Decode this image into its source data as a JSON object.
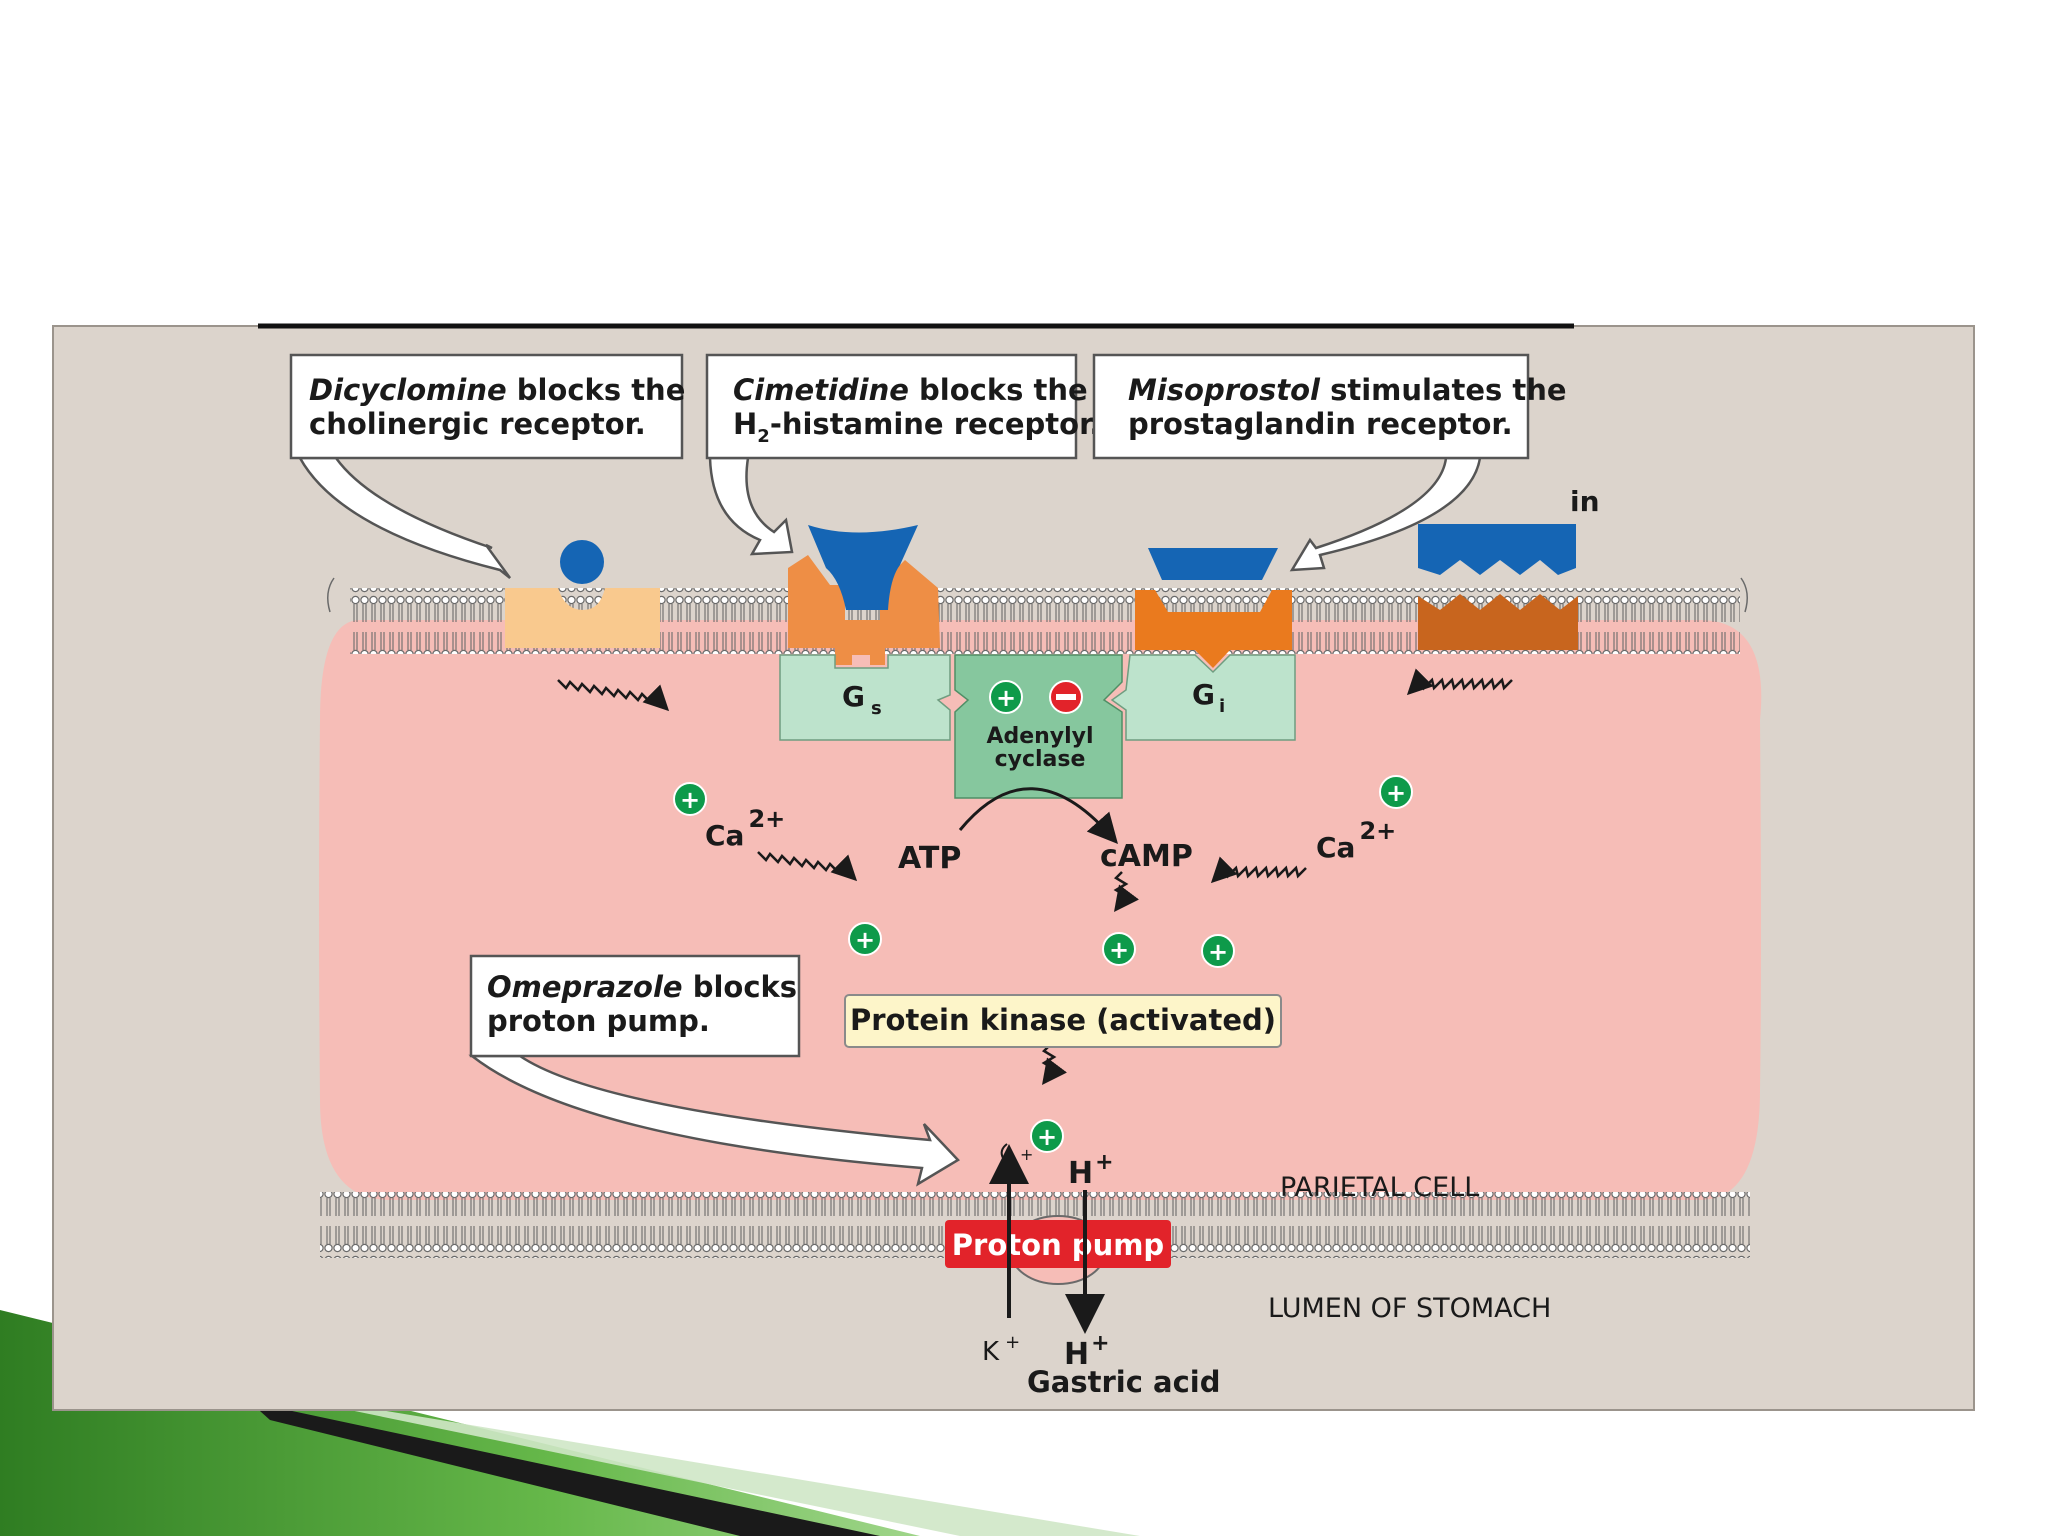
{
  "colors": {
    "panel": "#dcd4cc",
    "cell": "#f6bdb7",
    "membrane": "#7a7a7a",
    "receptor_light": "#f9c98e",
    "receptor_orange": "#ee8e45",
    "receptor_dark_orange": "#ea7a1e",
    "receptor_brown": "#c8651e",
    "drug_blue": "#1565b4",
    "g_protein": "#bde3cc",
    "adenylyl": "#86c79e",
    "plus_green": "#0e9a4a",
    "minus_red": "#e2232a",
    "kinase_fill": "#fdf5c9",
    "pump_red": "#e2232a",
    "slide_green": "#4b9a2c"
  },
  "callouts": {
    "dicyclomine": {
      "drug": "Dicyclomine",
      "rest": " blocks the",
      "line2": "cholinergic receptor."
    },
    "cimetidine": {
      "drug": "Cimetidine",
      "rest": " blocks the",
      "line2_a": "H",
      "line2_sub": "2",
      "line2_b": "-histamine receptor."
    },
    "misoprostol": {
      "drug": "Misoprostol",
      "rest": " stimulates the",
      "line2": "prostaglandin receptor."
    },
    "omeprazole": {
      "drug": "Omeprazole",
      "rest": " blocks",
      "line2": "proton pump."
    }
  },
  "labels": {
    "in_label": "in",
    "gs_main": "G",
    "gs_sub": "s",
    "gi_main": "G",
    "gi_sub": "i",
    "adenylyl_line1": "Adenylyl",
    "adenylyl_line2": "cyclase",
    "ca_left": "Ca",
    "ca_left_sup": "2+",
    "ca_right": "Ca",
    "ca_right_sup": "2+",
    "atp": "ATP",
    "camp": "cAMP",
    "protein_kinase": "Protein kinase (activated)",
    "h_top": "H",
    "h_top_sup": "+",
    "k_plus_small": "+",
    "proton_pump": "Proton pump",
    "parietal_cell": "PARIETAL CELL",
    "lumen": "LUMEN OF STOMACH",
    "k_bottom": "K",
    "k_bottom_sup": "+",
    "h_bottom": "H",
    "h_bottom_sup": "+",
    "gastric_acid": "Gastric acid",
    "plus_sign": "+",
    "minus_sign": "−"
  }
}
